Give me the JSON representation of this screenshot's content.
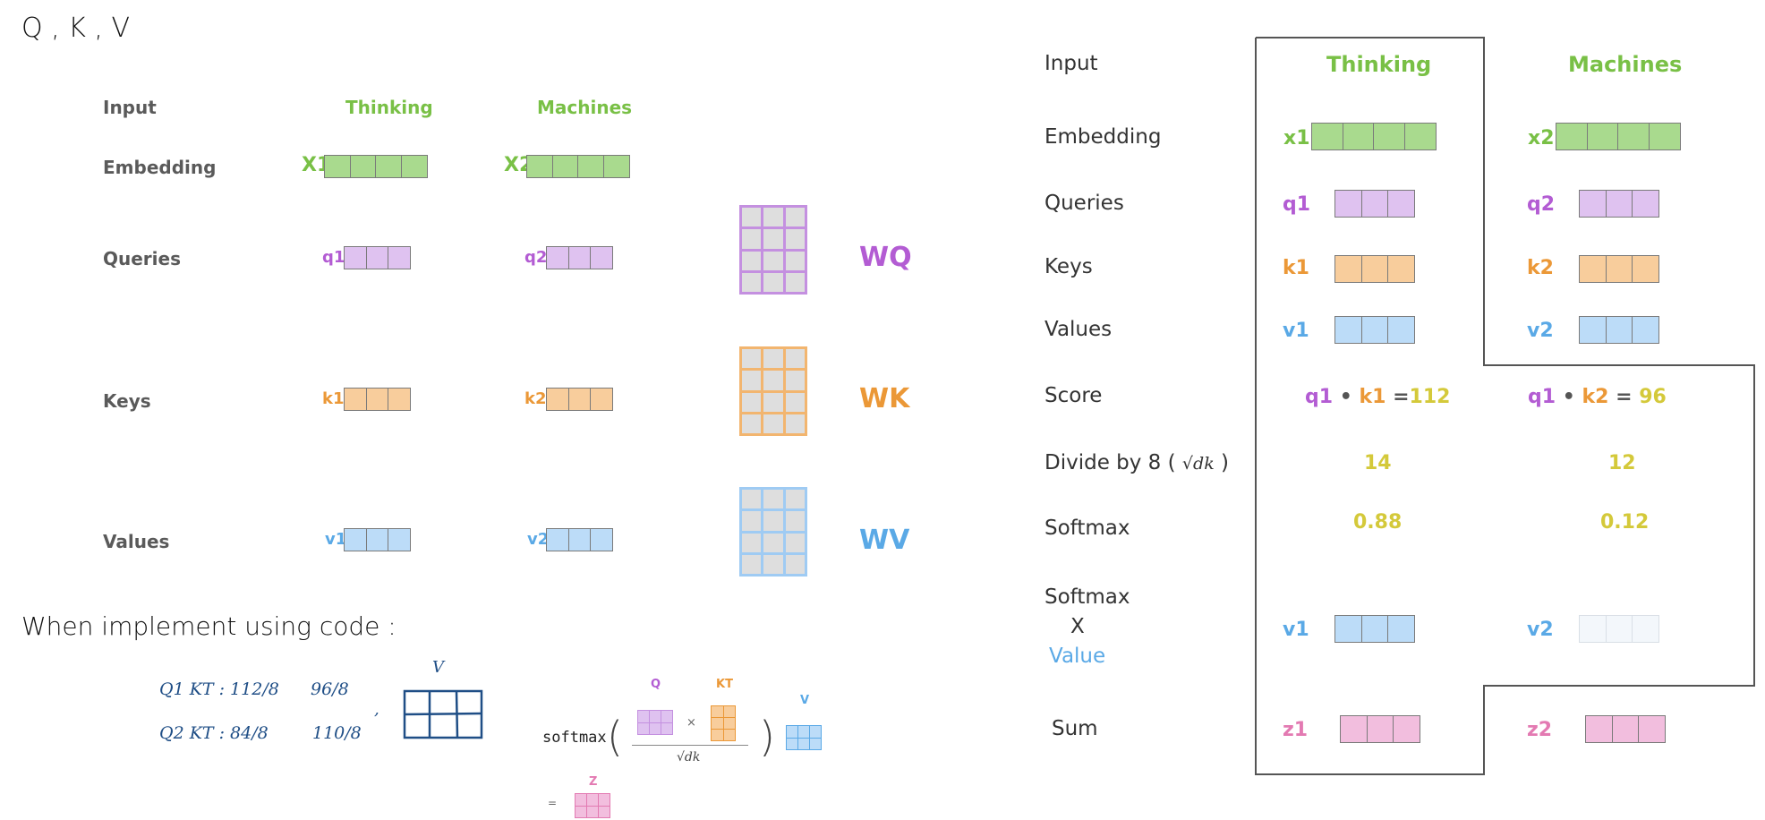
{
  "header_note": "Q , K , V",
  "left_diagram": {
    "labels": {
      "input": "Input",
      "embedding": "Embedding",
      "queries": "Queries",
      "keys": "Keys",
      "values": "Values"
    },
    "words": [
      "Thinking",
      "Machines"
    ],
    "embed_symbols": [
      "X1",
      "X2"
    ],
    "query_symbols": [
      "q1",
      "q2"
    ],
    "key_symbols": [
      "k1",
      "k2"
    ],
    "value_symbols": [
      "v1",
      "v2"
    ],
    "weights": [
      "WQ",
      "WK",
      "WV"
    ]
  },
  "handwritten": {
    "line1": "When implement using code :",
    "q1_row": "Q1 KT : 112/8",
    "q1_val2": "96/8",
    "q2_row": "Q2 KT : 84/8",
    "q2_val2": "110/8",
    "v_label": "V",
    "comma": ","
  },
  "formula": {
    "softmax": "softmax",
    "q": "Q",
    "kt": "KT",
    "v": "V",
    "times": "×",
    "sqrt": "√dk",
    "z": "Z",
    "equals": "="
  },
  "right_diagram": {
    "labels": {
      "input": "Input",
      "embedding": "Embedding",
      "queries": "Queries",
      "keys": "Keys",
      "values": "Values",
      "score": "Score",
      "divide": "Divide by 8 (",
      "divide_sqrt": "√dk",
      "divide_close": ")",
      "softmax": "Softmax",
      "softmax2": "Softmax",
      "x": "X",
      "value": "Value",
      "sum": "Sum"
    },
    "words": [
      "Thinking",
      "Machines"
    ],
    "embed_symbols": [
      "x1",
      "x2"
    ],
    "query_symbols": [
      "q1",
      "q2"
    ],
    "key_symbols": [
      "k1",
      "k2"
    ],
    "value_symbols": [
      "v1",
      "v2"
    ],
    "score": [
      {
        "q": "q1",
        "k": "k1",
        "val": "112"
      },
      {
        "q": "q1",
        "k": "k2",
        "val": "96"
      }
    ],
    "bullet": "•",
    "eq": "=",
    "divided": [
      "14",
      "12"
    ],
    "softmax": [
      "0.88",
      "0.12"
    ],
    "sum_symbols": [
      "z1",
      "z2"
    ]
  },
  "colors": {
    "green": "#79c046",
    "purple": "#b35cd3",
    "orange": "#eb9837",
    "blue": "#5aa9e6",
    "yellow": "#d4c93a",
    "pink": "#e37ab2"
  }
}
